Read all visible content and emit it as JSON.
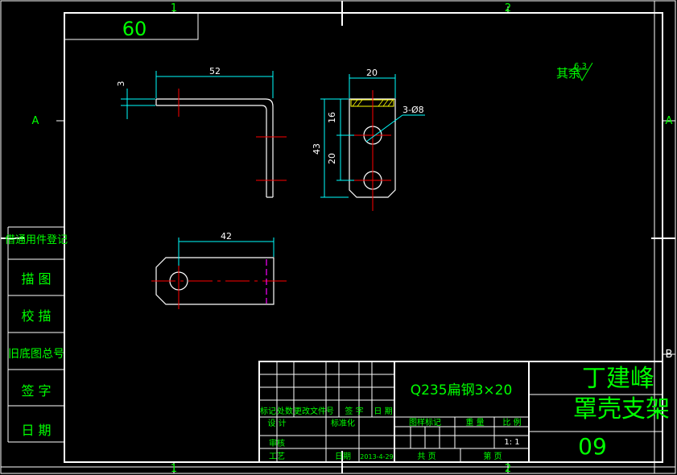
{
  "drawing": {
    "part_number_box": "60",
    "roughness_note": "其余",
    "roughness_value": "6.3",
    "grid": {
      "top": [
        "1",
        "2"
      ],
      "bottom": [
        "1",
        "2"
      ],
      "left": [
        "A"
      ],
      "right": [
        "A",
        "B"
      ]
    }
  },
  "views": {
    "front": {
      "length": "52",
      "thickness": "3"
    },
    "side": {
      "width": "20",
      "upper": "16",
      "lower": "20",
      "height": "43",
      "holes": "3-Ø8"
    },
    "top": {
      "length": "42"
    }
  },
  "side_table": [
    "借通用件登记",
    "描 图",
    "校 描",
    "旧底图总号",
    "签 字",
    "日 期"
  ],
  "title_block": {
    "material": "Q235扁钢3×20",
    "designer": "丁建峰",
    "part_name": "罩壳支架",
    "drawing_no": "09",
    "scale": "1: 1",
    "date": "2013-4-29",
    "revision_headers": [
      "标记",
      "处数",
      "更改文件号",
      "签 字",
      "日 期"
    ],
    "design": "设 计",
    "standardize": "标准化",
    "review": "审核",
    "process": "工艺",
    "date_label": "日期",
    "stage_mark": "图样标记",
    "weight": "重 量",
    "ratio": "比 例",
    "sheets_total": "共   页",
    "sheet_no": "第   页"
  }
}
